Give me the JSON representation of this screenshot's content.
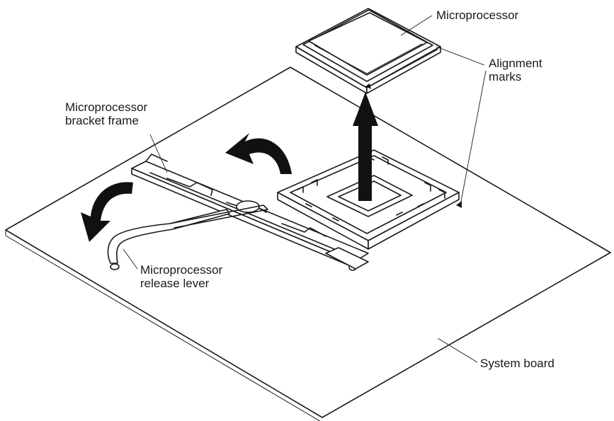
{
  "labels": {
    "microprocessor": "Microprocessor",
    "alignment_line1": "Alignment",
    "alignment_line2": "marks",
    "bracket_line1": "Microprocessor",
    "bracket_line2": "bracket frame",
    "release_line1": "Microprocessor",
    "release_line2": "release lever",
    "system_board": "System board"
  }
}
